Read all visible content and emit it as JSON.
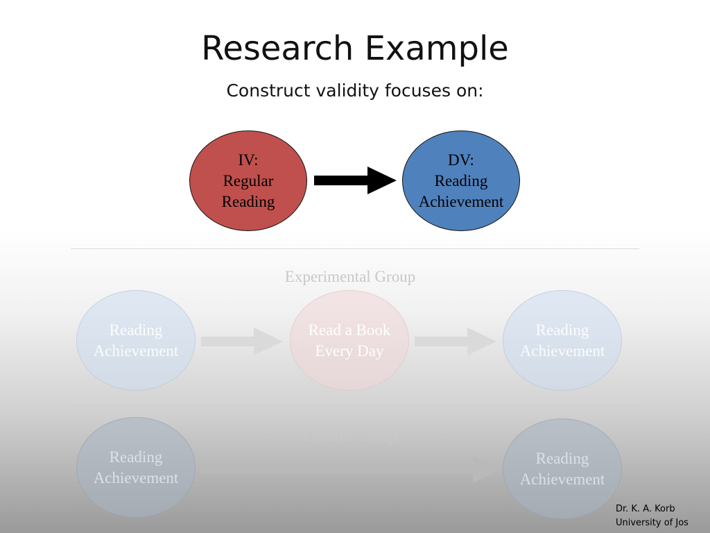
{
  "slide": {
    "title": "Research Example",
    "subtitle": "Construct validity focuses on:"
  },
  "main_diagram": {
    "iv": {
      "line1": "IV:",
      "line2": "Regular",
      "line3": "Reading"
    },
    "dv": {
      "line1": "DV:",
      "line2": "Reading",
      "line3": "Achievement"
    }
  },
  "experimental_group": {
    "label": "Experimental Group",
    "pretest": {
      "line1": "Reading",
      "line2": "Achievement"
    },
    "treatment": {
      "line1": "Read a Book",
      "line2": "Every Day"
    },
    "posttest": {
      "line1": "Reading",
      "line2": "Achievement"
    }
  },
  "control_group": {
    "label": "Control Group",
    "pretest": {
      "line1": "Reading",
      "line2": "Achievement"
    },
    "posttest": {
      "line1": "Reading",
      "line2": "Achievement"
    }
  },
  "credit": {
    "line1": "Dr. K. A. Korb",
    "line2": "University of Jos"
  },
  "colors": {
    "iv": "#c0504d",
    "dv": "#4f81bd",
    "arrow": "#000000"
  }
}
